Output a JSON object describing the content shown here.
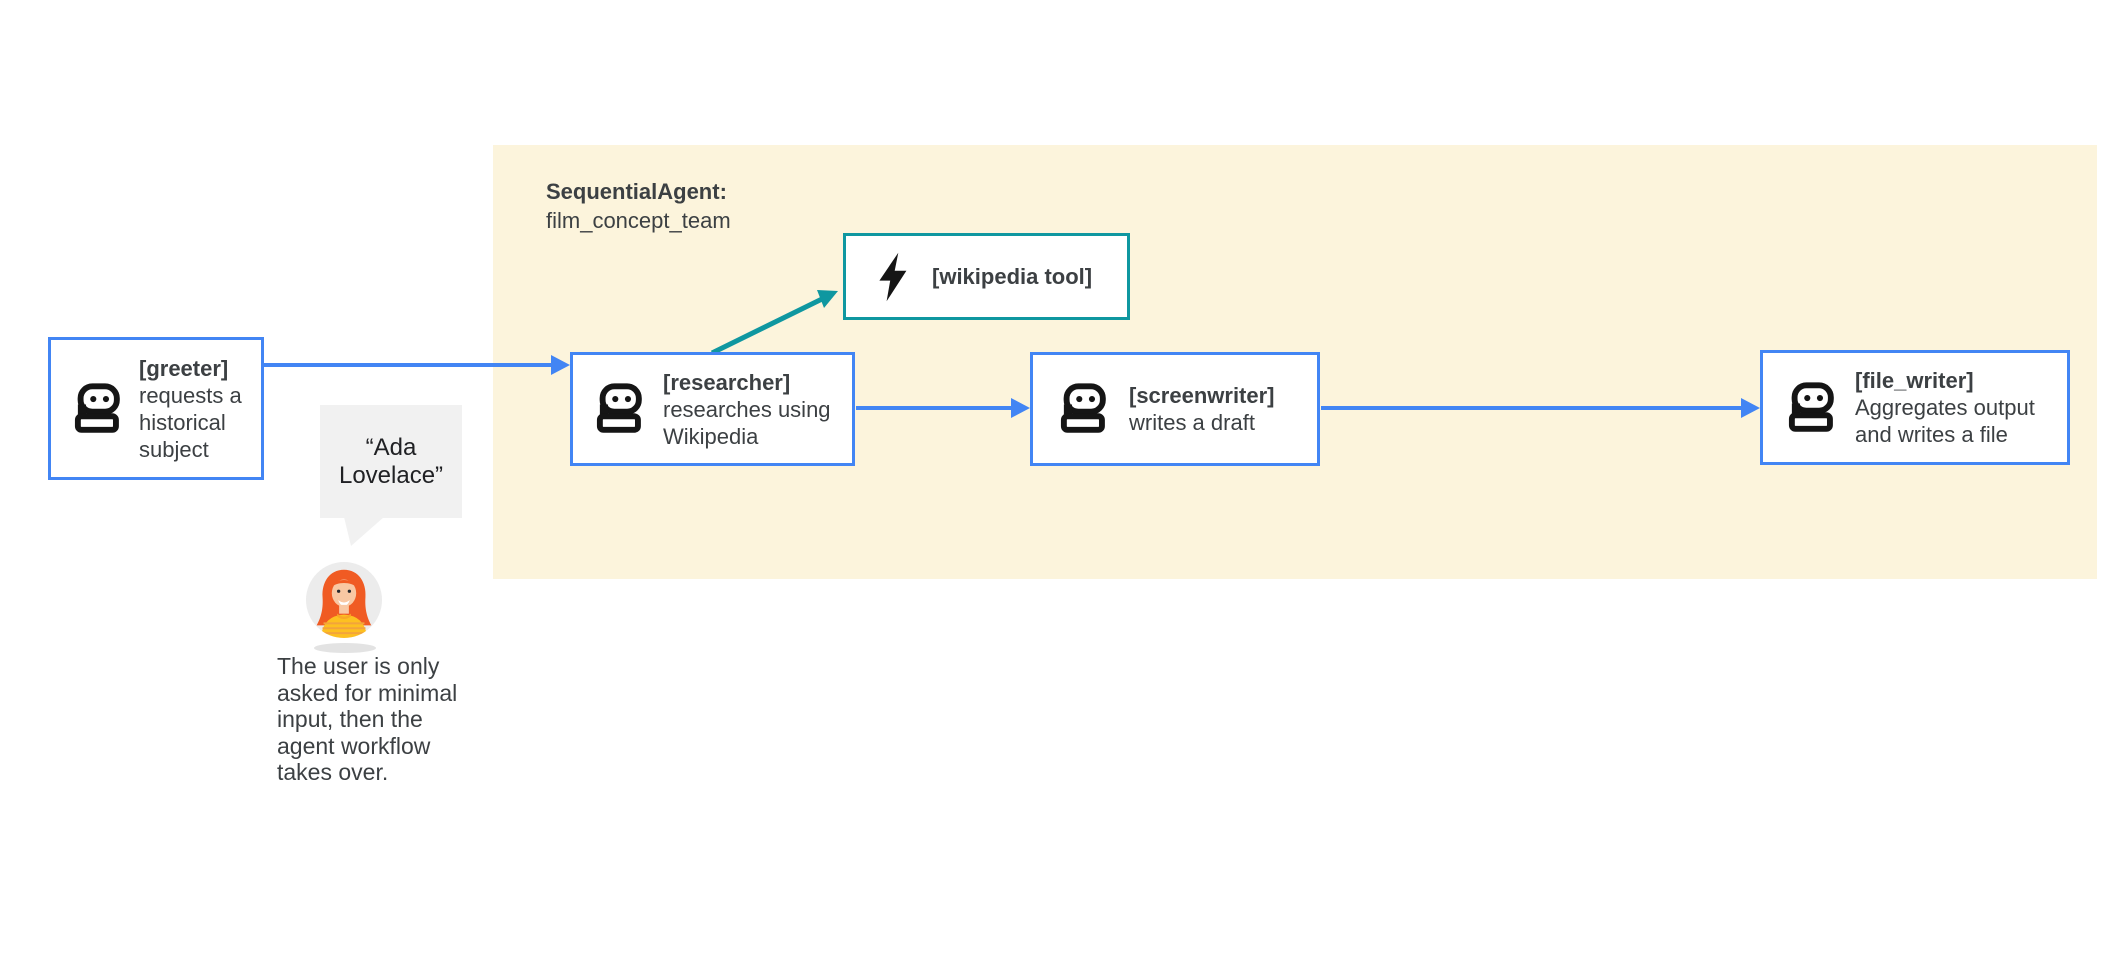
{
  "group": {
    "label_bold": "SequentialAgent:",
    "label_name": "film_concept_team"
  },
  "nodes": {
    "greeter": {
      "title": "[greeter]",
      "desc": "requests a historical subject",
      "icon": "robot-icon"
    },
    "researcher": {
      "title": "[researcher]",
      "desc": "researches using Wikipedia",
      "icon": "robot-icon"
    },
    "screenwriter": {
      "title": "[screenwriter]",
      "desc": "writes a draft",
      "icon": "robot-icon"
    },
    "file_writer": {
      "title": "[file_writer]",
      "desc": "Aggregates output and writes a file",
      "icon": "robot-icon"
    },
    "wikipedia_tool": {
      "title": "[wikipedia tool]",
      "icon": "lightning-icon"
    }
  },
  "user_annotation": {
    "speech_bubble_text": "“Ada Lovelace”",
    "caption": "The user is only asked for minimal input, then the agent workflow takes over.",
    "avatar": "user-avatar"
  },
  "colors": {
    "agent_border_blue": "#4285F4",
    "arrow_blue": "#4285F4",
    "tool_border_teal": "#0F97A0",
    "arrow_teal": "#0F97A0",
    "group_background": "#FCF4DC",
    "text_dark_gray": "#3C4043",
    "bubble_background": "#F1F1F1"
  }
}
